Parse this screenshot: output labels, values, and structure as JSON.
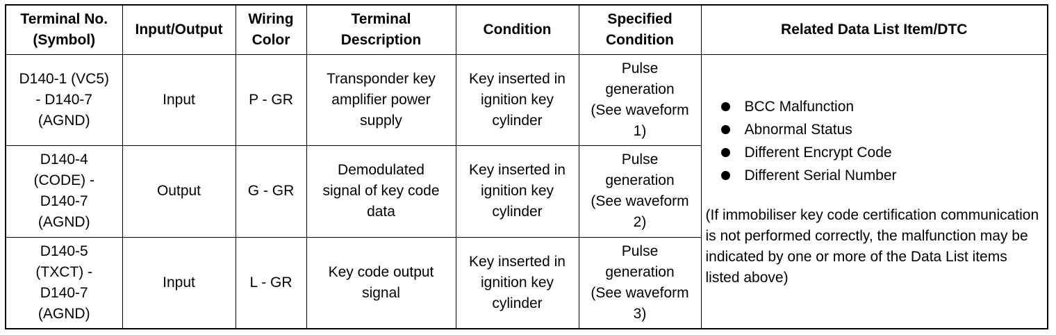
{
  "headers": [
    "Terminal No.\n(Symbol)",
    "Input/Output",
    "Wiring\nColor",
    "Terminal\nDescription",
    "Condition",
    "Specified\nCondition",
    "Related Data List Item/DTC"
  ],
  "rows": [
    {
      "terminal": "D140-1 (VC5)\n- D140-7\n(AGND)",
      "io": "Input",
      "wiring": "P - GR",
      "description": "Transponder key\namplifier power\nsupply",
      "condition": "Key inserted in\nignition key\ncylinder",
      "specified": "Pulse\ngeneration\n(See waveform\n1)"
    },
    {
      "terminal": "D140-4\n(CODE) -\nD140-7\n(AGND)",
      "io": "Output",
      "wiring": "G - GR",
      "description": "Demodulated\nsignal of key code\ndata",
      "condition": "Key inserted in\nignition key\ncylinder",
      "specified": "Pulse\ngeneration\n(See waveform\n2)"
    },
    {
      "terminal": "D140-5\n(TXCT) -\nD140-7\n(AGND)",
      "io": "Input",
      "wiring": "L - GR",
      "description": "Key code output\nsignal",
      "condition": "Key inserted in\nignition key\ncylinder",
      "specified": "Pulse\ngeneration\n(See waveform\n3)"
    }
  ],
  "related": {
    "items": [
      "BCC Malfunction",
      "Abnormal Status",
      "Different Encrypt Code",
      "Different Serial Number"
    ],
    "note": "(If immobiliser key code certification communication is not performed correctly, the malfunction may be indicated by one or more of the Data List items listed above)"
  }
}
